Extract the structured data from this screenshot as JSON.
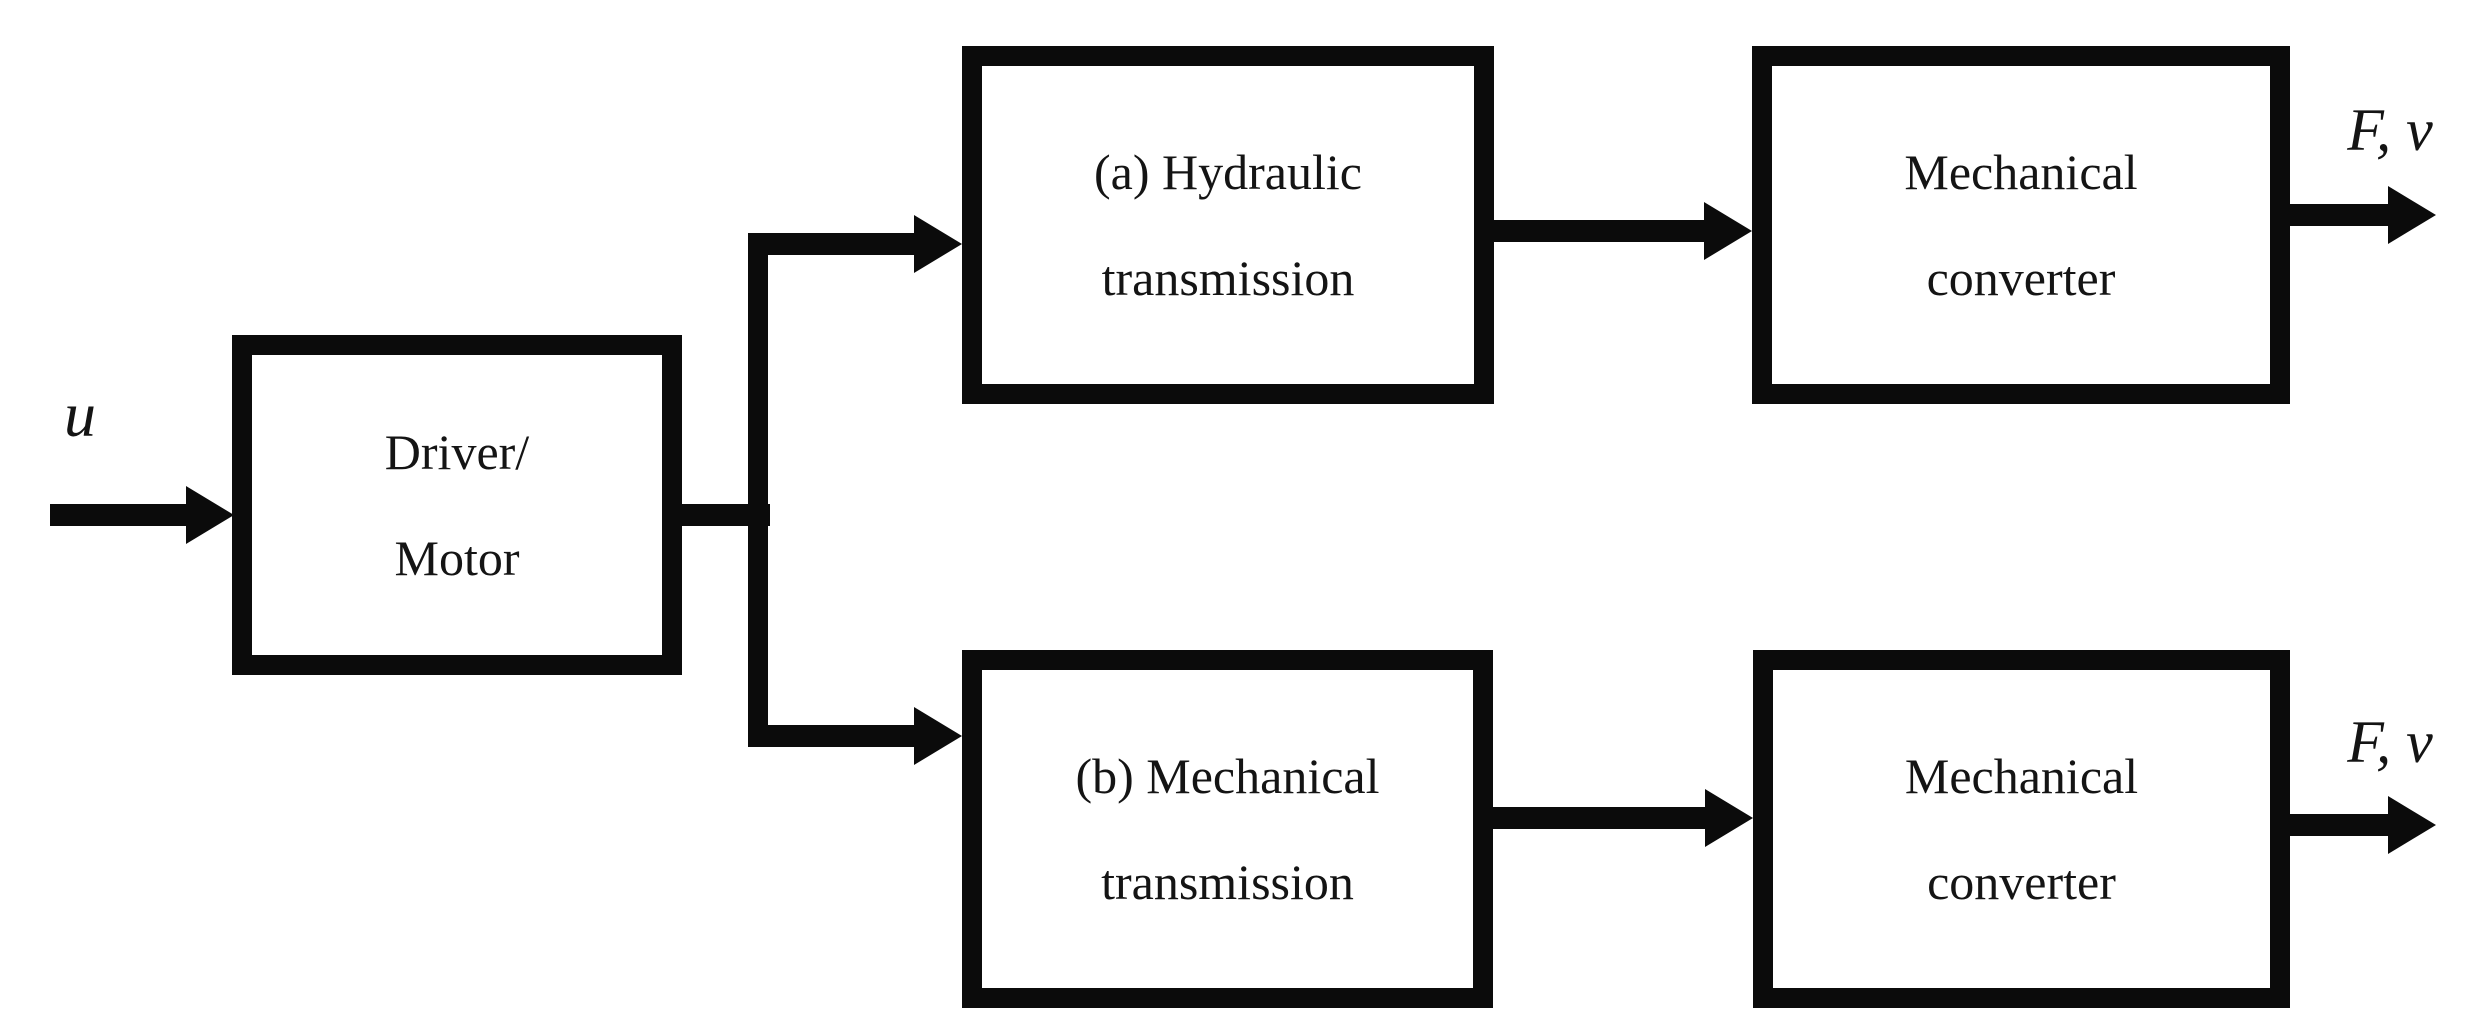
{
  "figure": {
    "input_label": "u",
    "output_label_top": "F, v",
    "output_label_bottom": "F, v",
    "blocks": {
      "driver_motor": {
        "line1": "Driver/",
        "line2": "Motor"
      },
      "hydraulic_transmission": {
        "line1": "(a) Hydraulic",
        "line2": "transmission"
      },
      "mechanical_transmission": {
        "line1": "(b) Mechanical",
        "line2": "transmission"
      },
      "mechanical_converter_top": {
        "line1": "Mechanical",
        "line2": "converter"
      },
      "mechanical_converter_bottom": {
        "line1": "Mechanical",
        "line2": "converter"
      }
    },
    "connections": [
      {
        "from": "u (input)",
        "to": "Driver/Motor"
      },
      {
        "from": "Driver/Motor",
        "to": "(a) Hydraulic transmission"
      },
      {
        "from": "Driver/Motor",
        "to": "(b) Mechanical transmission"
      },
      {
        "from": "(a) Hydraulic transmission",
        "to": "Mechanical converter (top)"
      },
      {
        "from": "(b) Mechanical transmission",
        "to": "Mechanical converter (bottom)"
      },
      {
        "from": "Mechanical converter (top)",
        "to": "F, v (output)"
      },
      {
        "from": "Mechanical converter (bottom)",
        "to": "F, v (output)"
      }
    ],
    "colors": {
      "line": "#0b0b0b",
      "background": "#ffffff",
      "text": "#141414"
    }
  }
}
